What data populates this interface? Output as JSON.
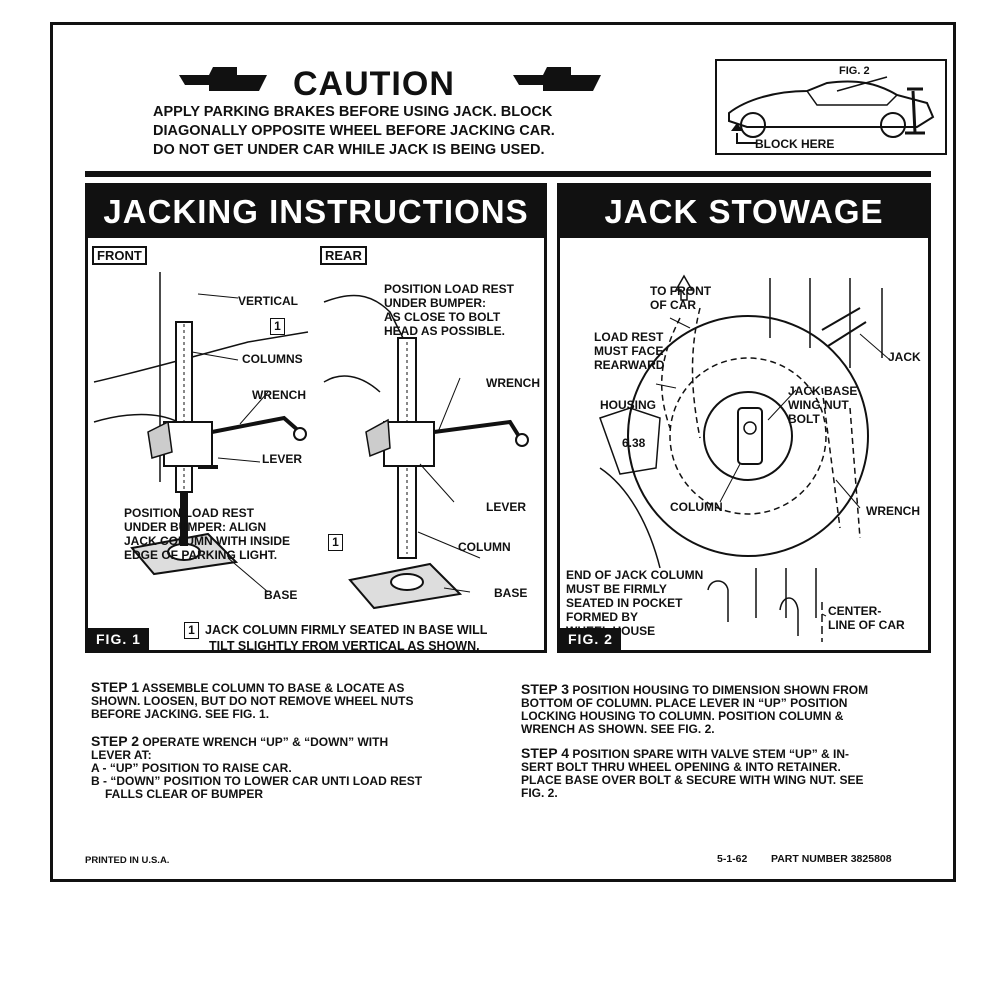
{
  "caution": {
    "title": "CAUTION",
    "lines": [
      "APPLY PARKING BRAKES BEFORE USING JACK. BLOCK",
      "DIAGONALLY OPPOSITE WHEEL BEFORE JACKING CAR.",
      "DO NOT GET UNDER CAR WHILE JACK IS BEING USED."
    ]
  },
  "inset": {
    "fig_label": "FIG. 2",
    "block_label": "BLOCK HERE"
  },
  "jacking": {
    "title": "JACKING INSTRUCTIONS",
    "front_tag": "FRONT",
    "rear_tag": "REAR",
    "labels": {
      "vertical": "VERTICAL",
      "columns": "COLUMNS",
      "wrench_front": "WRENCH",
      "lever_front": "LEVER",
      "base_front": "BASE",
      "rear_note": [
        "POSITION LOAD REST",
        "UNDER BUMPER:",
        "AS CLOSE TO BOLT",
        "HEAD AS POSSIBLE."
      ],
      "wrench_rear": "WRENCH",
      "lever_rear": "LEVER",
      "column_rear": "COLUMN",
      "base_rear": "BASE",
      "front_note": [
        "POSITION LOAD REST",
        "UNDER BUMPER: ALIGN",
        "JACK COLUMN WITH INSIDE",
        "EDGE OF PARKING LIGHT."
      ],
      "marker": "1",
      "seated_note": [
        "JACK COLUMN FIRMLY SEATED IN BASE WILL",
        "TILT SLIGHTLY FROM VERTICAL AS SHOWN."
      ]
    },
    "fig": "FIG. 1"
  },
  "stowage": {
    "title": "JACK STOWAGE",
    "labels": {
      "front_of_car": [
        "TO FRONT",
        "OF CAR"
      ],
      "load_rest": [
        "LOAD REST",
        "MUST FACE",
        "REARWARD"
      ],
      "housing": "HOUSING",
      "dim": "6.38",
      "jack": "JACK",
      "jack_base": [
        "JACK BASE",
        "WING NUT",
        "BOLT"
      ],
      "column": "COLUMN",
      "wrench": "WRENCH",
      "end_note": [
        "END OF JACK COLUMN",
        "MUST BE FIRMLY",
        "SEATED IN POCKET",
        "FORMED BY",
        "WHEEL HOUSE"
      ],
      "centerline": [
        "CENTER-",
        "LINE OF CAR"
      ]
    },
    "fig": "FIG. 2"
  },
  "steps": {
    "s1_num": "STEP 1",
    "s1": [
      "ASSEMBLE COLUMN TO BASE & LOCATE AS",
      "SHOWN. LOOSEN, BUT DO NOT REMOVE WHEEL NUTS",
      "BEFORE JACKING.  SEE FIG. 1."
    ],
    "s2_num": "STEP 2",
    "s2": [
      "OPERATE WRENCH “UP” & “DOWN” WITH",
      "LEVER AT:",
      "A - “UP” POSITION TO RAISE CAR.",
      "B - “DOWN” POSITION TO LOWER CAR UNTI LOAD REST",
      "    FALLS CLEAR OF BUMPER"
    ],
    "s3_num": "STEP 3",
    "s3": [
      "POSITION HOUSING TO DIMENSION SHOWN FROM",
      "BOTTOM OF COLUMN.  PLACE LEVER IN “UP” POSITION",
      "LOCKING HOUSING TO COLUMN.  POSITION COLUMN &",
      "WRENCH AS SHOWN.  SEE FIG. 2."
    ],
    "s4_num": "STEP 4",
    "s4": [
      "POSITION SPARE WITH VALVE STEM “UP” & IN-",
      "SERT BOLT THRU WHEEL OPENING & INTO RETAINER.",
      "PLACE BASE OVER BOLT & SECURE WITH WING NUT. SEE",
      "FIG. 2."
    ]
  },
  "footer": {
    "printed": "PRINTED IN U.S.A.",
    "date": "5-1-62",
    "part": "PART NUMBER 3825808"
  }
}
